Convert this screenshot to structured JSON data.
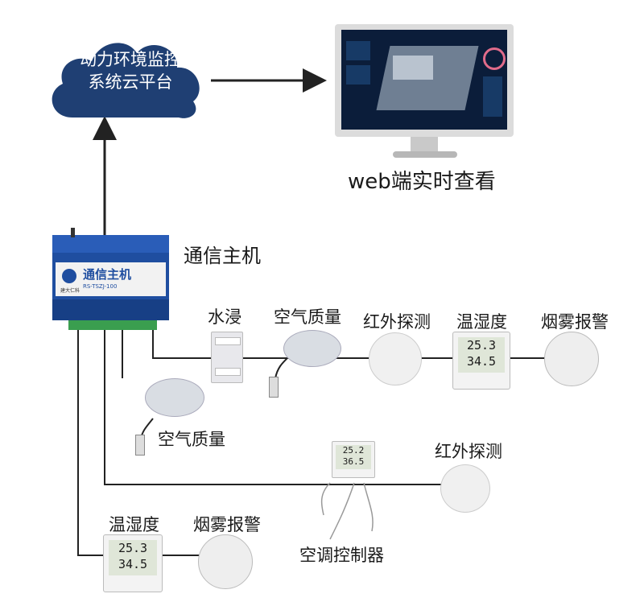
{
  "cloud": {
    "line1": "动力环境监控",
    "line2": "系统云平台"
  },
  "monitor": {
    "caption": "web端实时查看"
  },
  "gateway": {
    "label": "通信主机",
    "brand": "通信主机",
    "model": "RS-TSZJ-100",
    "vendor": "建大仁科"
  },
  "sensors": {
    "water_leak": "水浸",
    "air_quality_top": "空气质量",
    "infrared_top": "红外探测",
    "temp_humidity_top": "温湿度",
    "smoke_top": "烟雾报警",
    "air_quality_mid": "空气质量",
    "infrared_mid": "红外探测",
    "temp_humidity_bottom": "温湿度",
    "smoke_bottom": "烟雾报警",
    "ac_controller": "空调控制器"
  },
  "readings": {
    "th_top_temp": "25.3",
    "th_top_hum": "34.5",
    "th_bottom_temp": "25.3",
    "th_bottom_hum": "34.5",
    "ac_temp": "25.2",
    "ac_hum": "36.5"
  },
  "colors": {
    "cloud": "#1f3f73",
    "gateway": "#1f4ea0",
    "wire": "#222222"
  }
}
